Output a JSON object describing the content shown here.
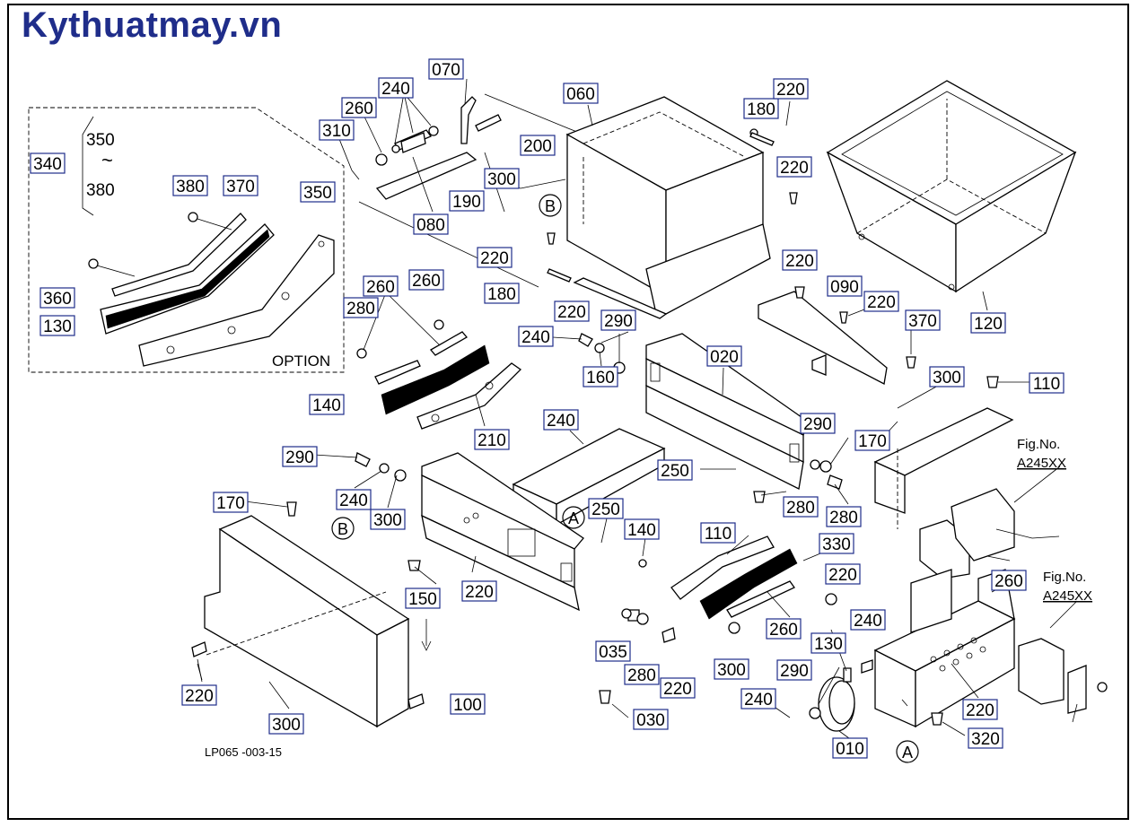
{
  "brand": "Kythuatmay.vn",
  "option_label": "OPTION",
  "range_label": {
    "top": "350",
    "tilde": "~",
    "bottom": "380"
  },
  "drawing_code": "LP065 -003-15",
  "fig_refs": [
    {
      "title": "Fig.No.",
      "number": "A245XX"
    },
    {
      "title": "Fig.No.",
      "number": "A245XX"
    }
  ],
  "circled_markers": [
    "B",
    "B",
    "A",
    "A"
  ],
  "callouts": [
    "340",
    "310",
    "260",
    "240",
    "070",
    "060",
    "180",
    "220",
    "380",
    "370",
    "350",
    "200",
    "300",
    "190",
    "080",
    "220",
    "120",
    "220",
    "220",
    "180",
    "220",
    "090",
    "220",
    "370",
    "360",
    "130",
    "260",
    "260",
    "280",
    "240",
    "290",
    "160",
    "020",
    "300",
    "110",
    "140",
    "210",
    "240",
    "290",
    "170",
    "250",
    "280",
    "280",
    "290",
    "240",
    "300",
    "170",
    "250",
    "140",
    "110",
    "330",
    "260",
    "220",
    "150",
    "220",
    "240",
    "290",
    "280",
    "220",
    "240",
    "035",
    "130",
    "260",
    "300",
    "100",
    "300",
    "220",
    "030",
    "010",
    "220",
    "320"
  ]
}
